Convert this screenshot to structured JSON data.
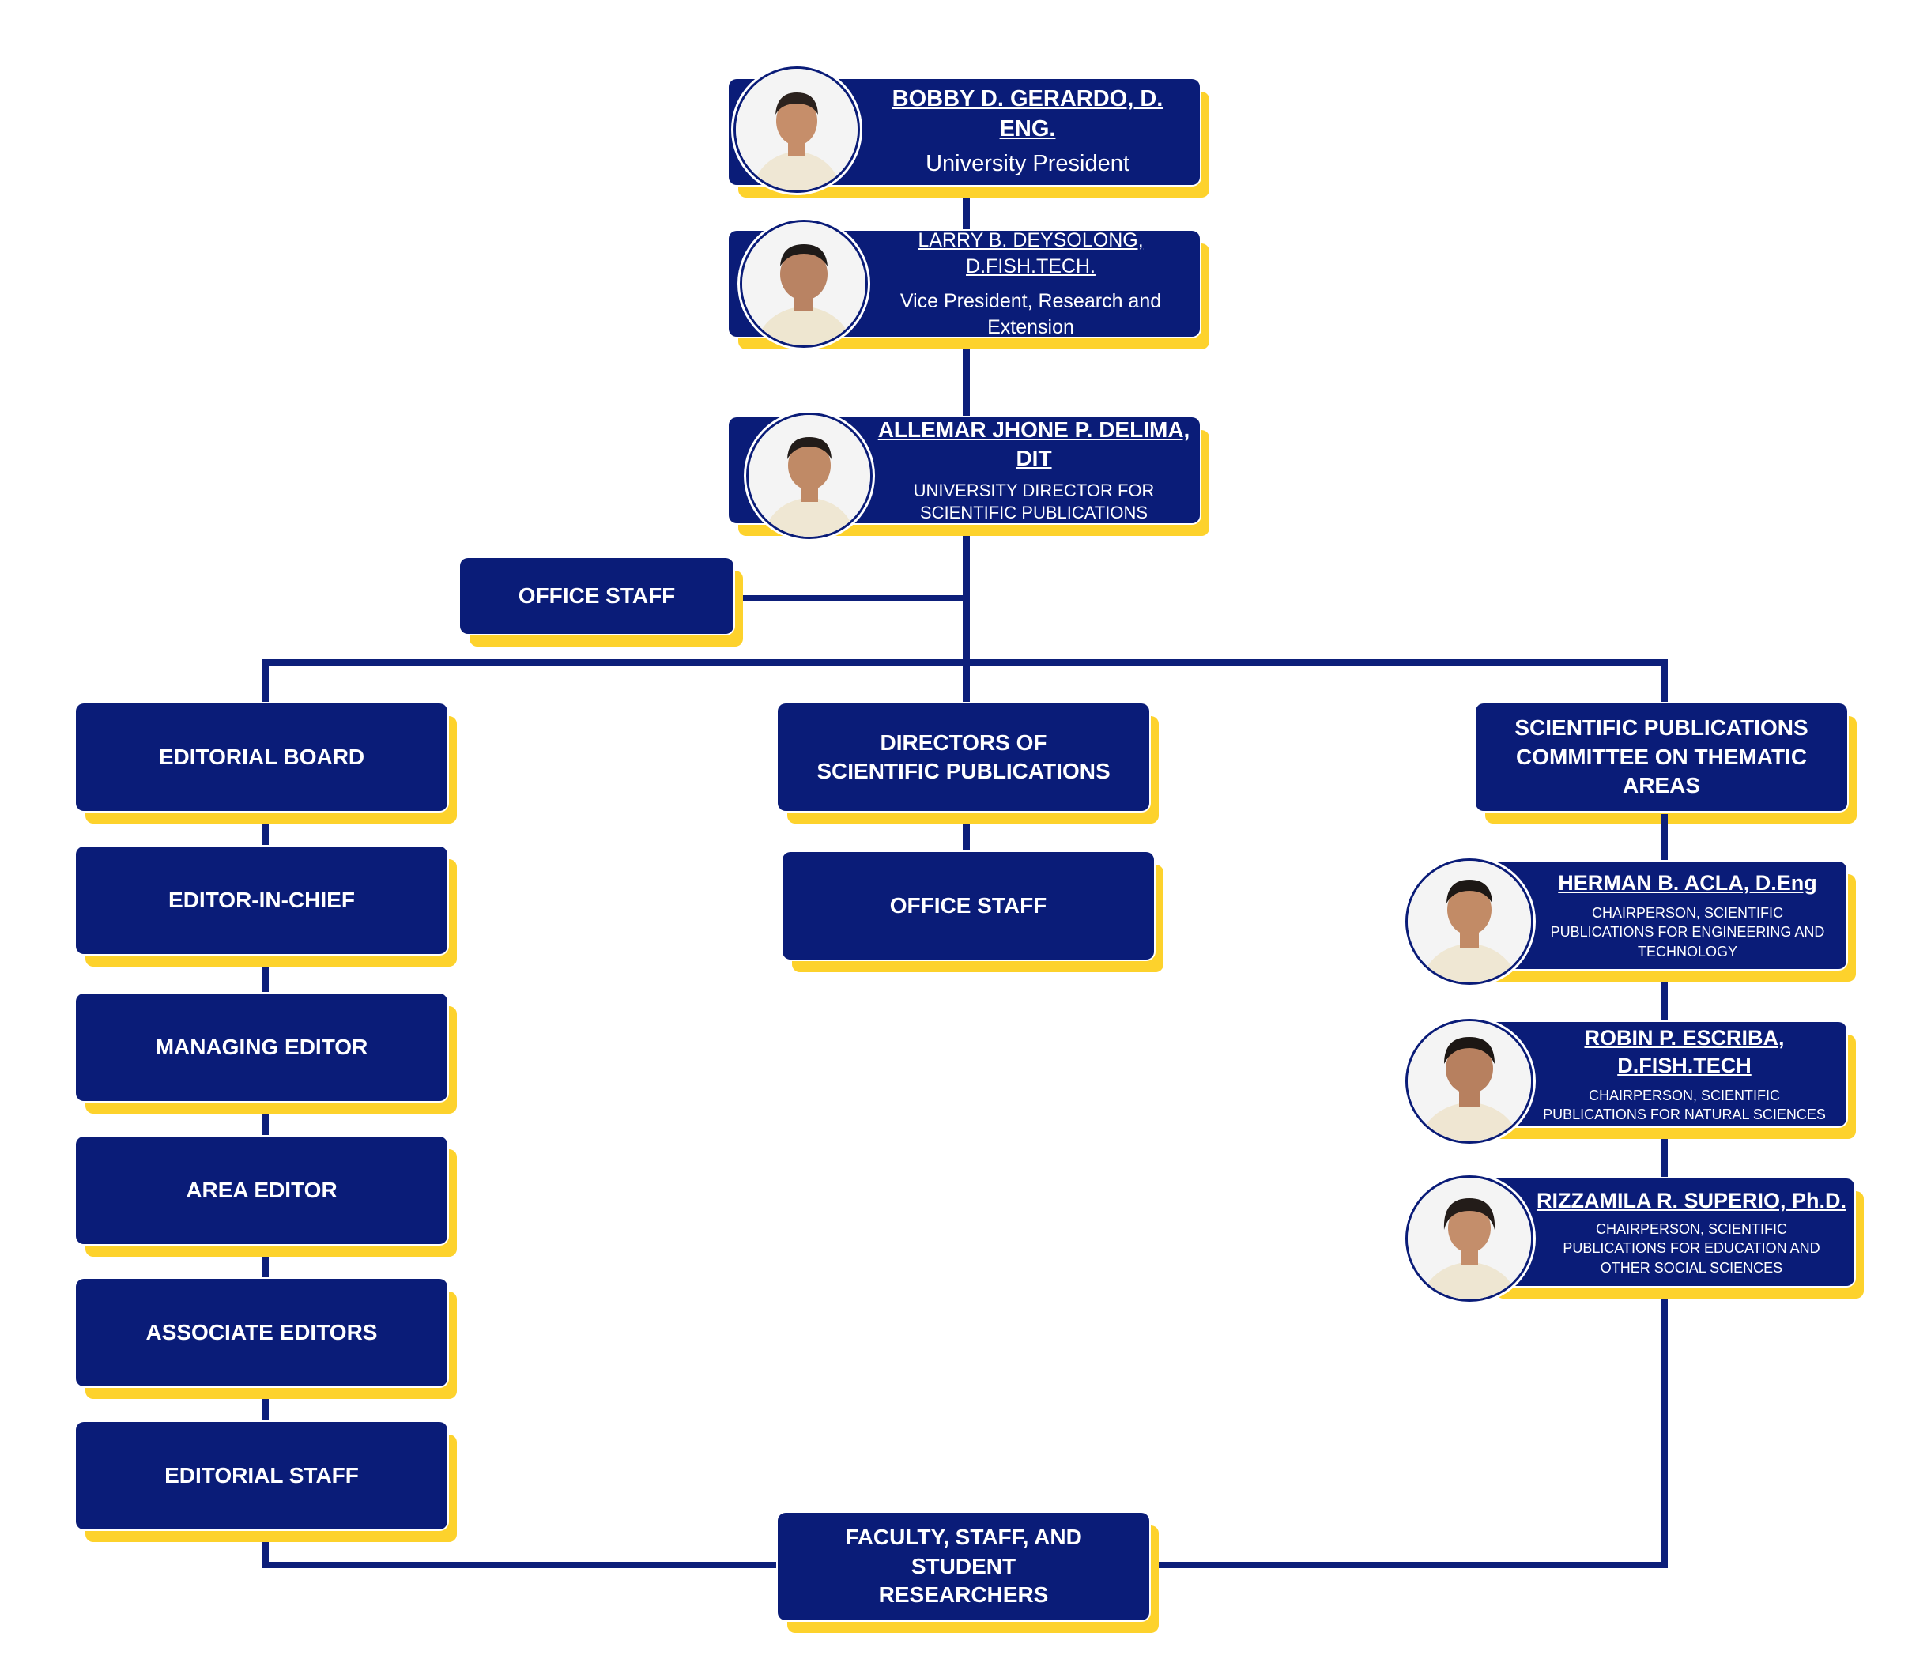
{
  "colors": {
    "box": "#0a1c78",
    "shadow": "#fdd22c",
    "line": "#0d1f7a",
    "text": "#ffffff"
  },
  "president": {
    "name": "BOBBY D. GERARDO, D. ENG.",
    "role": "University President"
  },
  "vp": {
    "name": "LARRY B. DEYSOLONG, D.FISH.TECH.",
    "role": "Vice President, Research and Extension"
  },
  "director": {
    "name": "ALLEMAR JHONE P. DELIMA, DIT",
    "role_line1": "UNIVERSITY DIRECTOR FOR",
    "role_line2": "SCIENTIFIC PUBLICATIONS"
  },
  "office_staff_top": "OFFICE STAFF",
  "left_column": [
    "EDITORIAL BOARD",
    "EDITOR-IN-CHIEF",
    "MANAGING EDITOR",
    "AREA EDITOR",
    "ASSOCIATE EDITORS",
    "EDITORIAL STAFF"
  ],
  "center_column": {
    "directors_line1": "DIRECTORS OF",
    "directors_line2": "SCIENTIFIC PUBLICATIONS",
    "office_staff": "OFFICE STAFF"
  },
  "right_column": {
    "committee_line1": "SCIENTIFIC PUBLICATIONS",
    "committee_line2": "COMMITTEE ON THEMATIC AREAS",
    "chairs": [
      {
        "name": "HERMAN B. ACLA, D.Eng",
        "role": "CHAIRPERSON, SCIENTIFIC PUBLICATIONS FOR ENGINEERING AND TECHNOLOGY"
      },
      {
        "name": "ROBIN P. ESCRIBA, D.FISH.TECH",
        "role": "CHAIRPERSON, SCIENTIFIC PUBLICATIONS FOR NATURAL SCIENCES"
      },
      {
        "name": "RIZZAMILA R. SUPERIO, Ph.D.",
        "role": "CHAIRPERSON, SCIENTIFIC PUBLICATIONS FOR EDUCATION AND OTHER SOCIAL SCIENCES"
      }
    ]
  },
  "bottom": {
    "line1": "FACULTY, STAFF, AND STUDENT",
    "line2": "RESEARCHERS"
  }
}
